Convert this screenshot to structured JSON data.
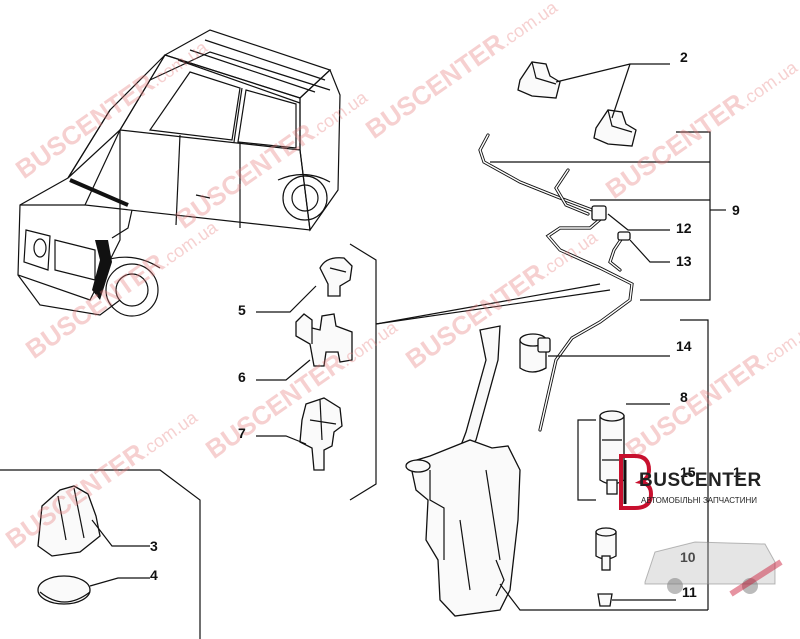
{
  "callouts": {
    "c1": "1",
    "c2": "2",
    "c3": "3",
    "c4": "4",
    "c5": "5",
    "c6": "6",
    "c7": "7",
    "c8": "8",
    "c9": "9",
    "c10": "10",
    "c11": "11",
    "c12": "12",
    "c13": "13",
    "c14": "14",
    "c15": "15"
  },
  "watermark": {
    "brand": "BUSCENTER",
    "domain": ".com.ua"
  },
  "logo": {
    "brand": "BUSCENTER",
    "tagline": "АВТОМОБІЛЬНІ ЗАПЧАСТИНИ"
  },
  "colors": {
    "line": "#111111",
    "watermark": "#e67878",
    "logo_red": "#c8102e"
  }
}
